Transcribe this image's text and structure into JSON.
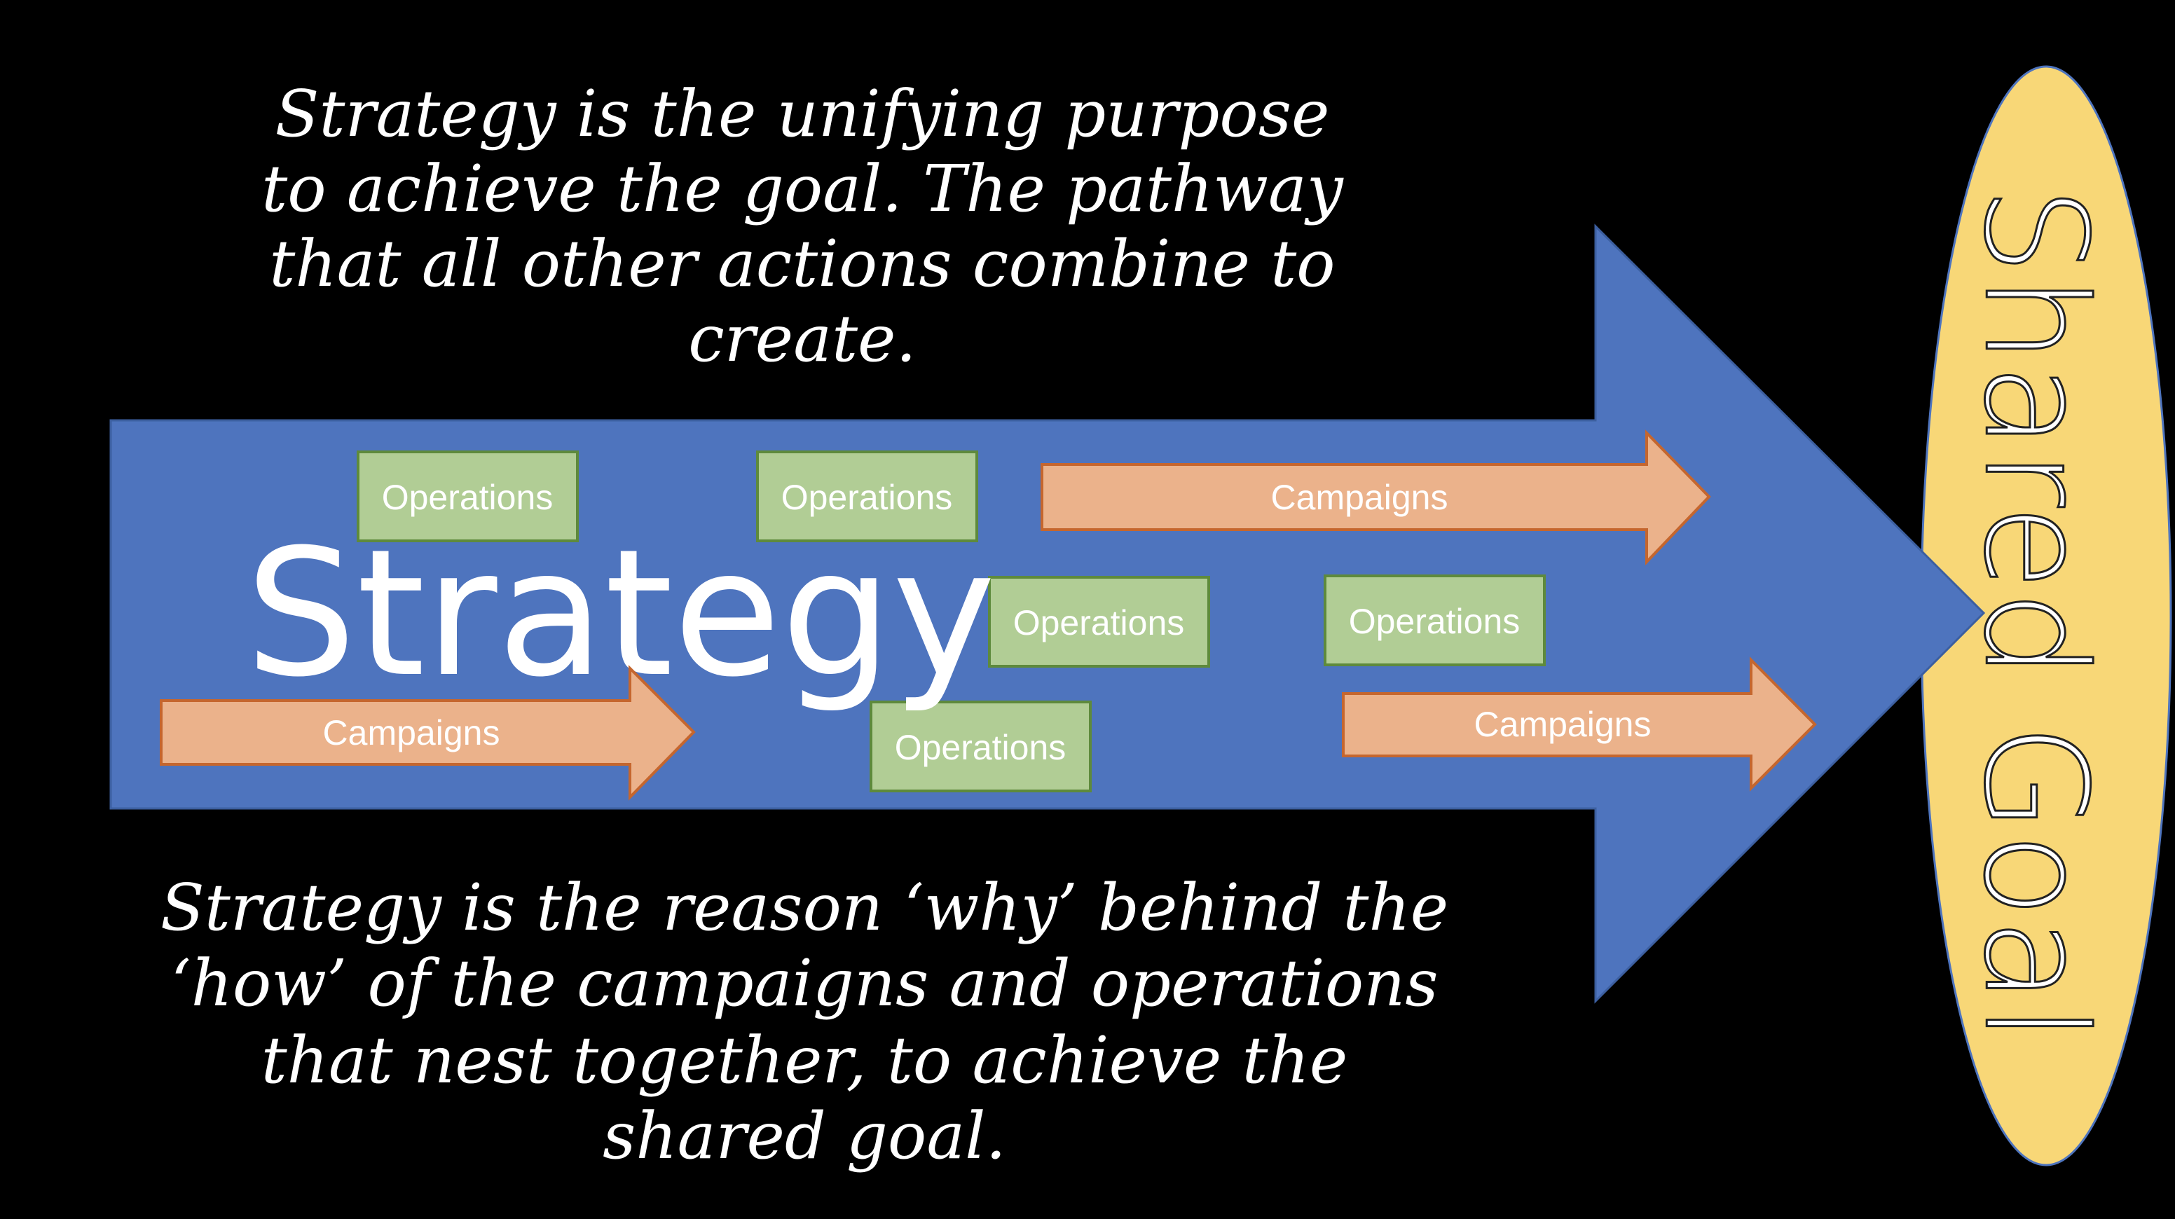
{
  "colors": {
    "background": "#000000",
    "main_arrow": "#4E74BE",
    "goal_fill": "#F8D777",
    "operations_fill": "#B1CD95",
    "operations_border": "#5E8A3C",
    "campaigns_fill": "#EBB28B",
    "campaigns_border": "#C5662E"
  },
  "top_text": [
    "Strategy is the unifying purpose",
    "to achieve the goal. The pathway",
    "that all other actions combine to",
    "create."
  ],
  "bottom_text": [
    "Strategy is the reason ‘why’ behind the",
    "‘how’ of the campaigns and operations",
    "that nest together, to achieve the",
    "shared goal."
  ],
  "strategy_label": "Strategy",
  "goal_label": "Shared Goal",
  "operations": [
    "Operations",
    "Operations",
    "Operations",
    "Operations",
    "Operations"
  ],
  "campaigns": [
    "Campaigns",
    "Campaigns",
    "Campaigns"
  ]
}
